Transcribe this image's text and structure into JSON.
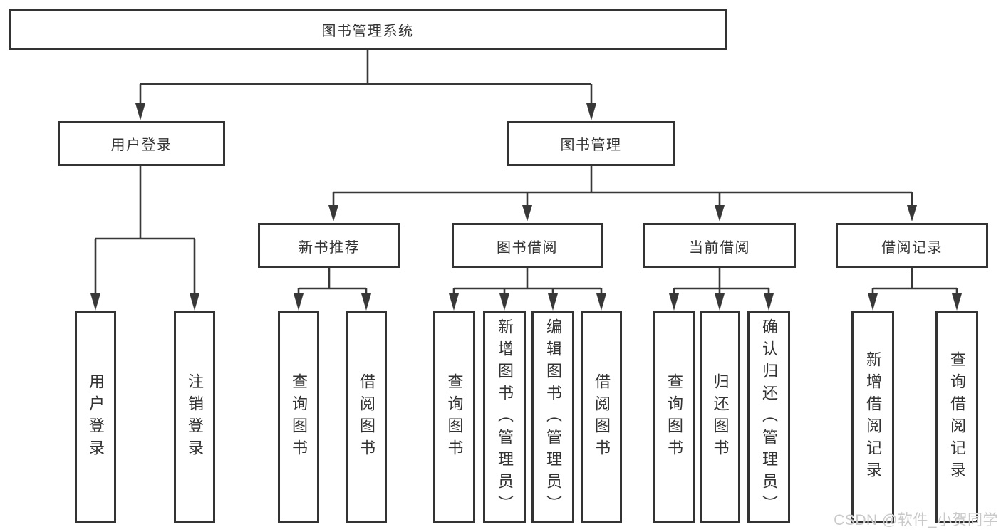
{
  "colors": {
    "line": "#383838",
    "box_border": "#333333",
    "box_background": "#ffffff",
    "text": "#333333",
    "watermark": "#c9c9c9"
  },
  "watermark": {
    "text": "CSDN @软件_小贺同学"
  },
  "tree": {
    "root": {
      "label": "图书管理系统",
      "children": [
        {
          "label": "用户登录",
          "children": [
            {
              "label": "用户登录"
            },
            {
              "label": "注销登录"
            }
          ]
        },
        {
          "label": "图书管理",
          "children": [
            {
              "label": "新书推荐",
              "children": [
                {
                  "label": "查询图书"
                },
                {
                  "label": "借阅图书"
                }
              ]
            },
            {
              "label": "图书借阅",
              "children": [
                {
                  "label": "查询图书"
                },
                {
                  "label": "新增图书（管理员）"
                },
                {
                  "label": "编辑图书（管理员）"
                },
                {
                  "label": "借阅图书"
                }
              ]
            },
            {
              "label": "当前借阅",
              "children": [
                {
                  "label": "查询图书"
                },
                {
                  "label": "归还图书"
                },
                {
                  "label": "确认归还（管理员）"
                }
              ]
            },
            {
              "label": "借阅记录",
              "children": [
                {
                  "label": "新增借阅记录"
                },
                {
                  "label": "查询借阅记录"
                }
              ]
            }
          ]
        }
      ]
    }
  }
}
